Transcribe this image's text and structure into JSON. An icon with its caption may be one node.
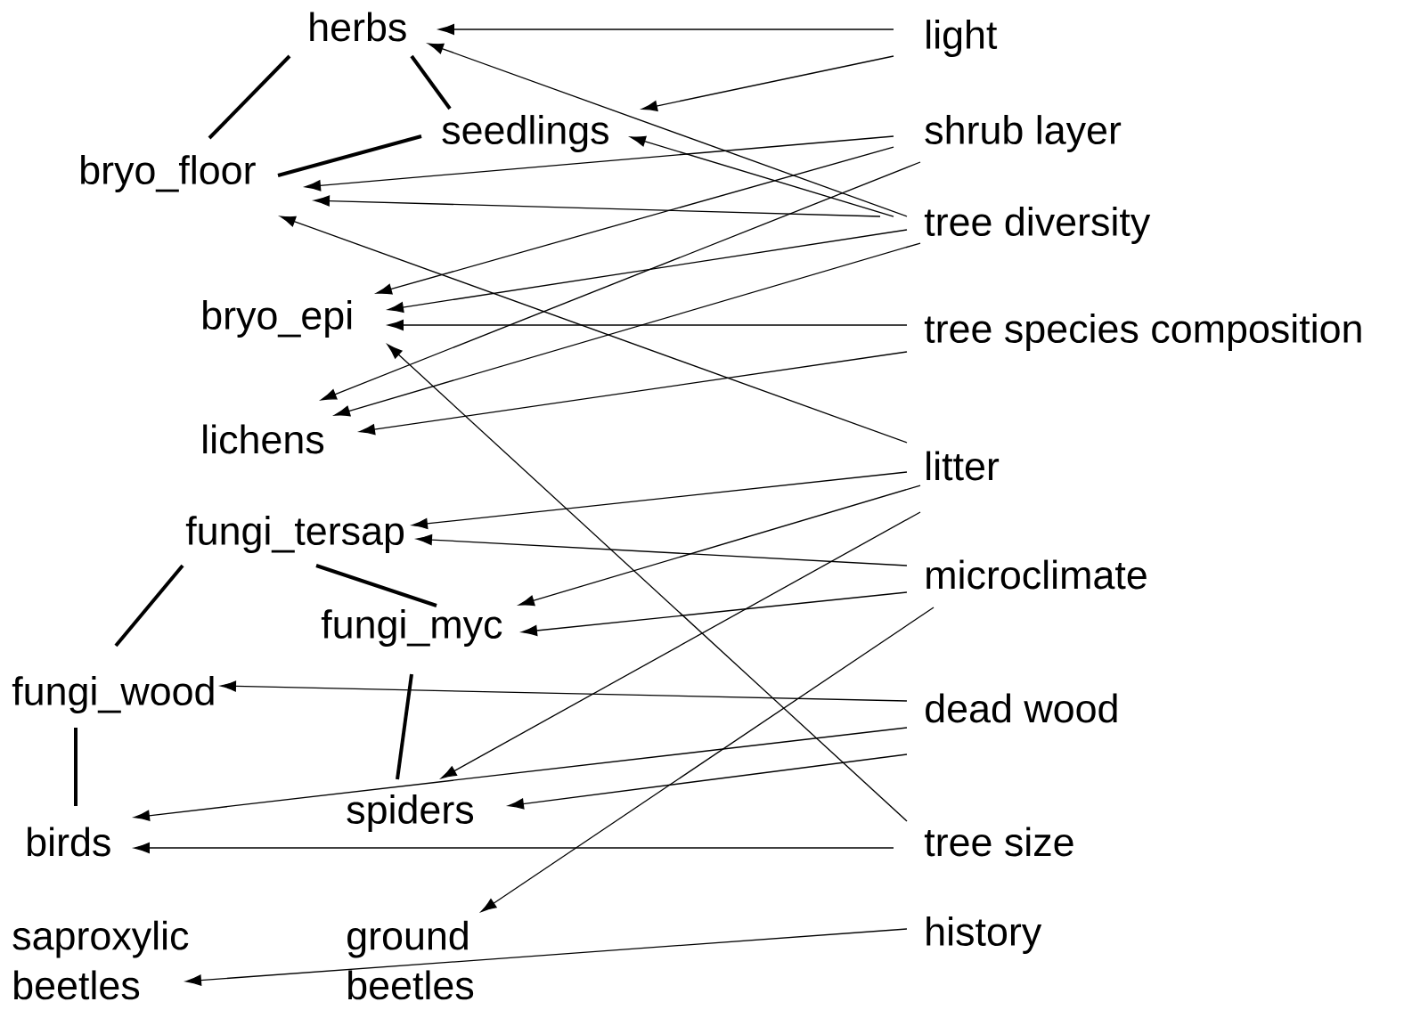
{
  "diagram": {
    "nodes": [
      {
        "text": [
          "herbs"
        ]
      },
      {
        "text": [
          "seedlings"
        ]
      },
      {
        "text": [
          "bryo_floor"
        ]
      },
      {
        "text": [
          "bryo_epi"
        ]
      },
      {
        "text": [
          "lichens"
        ]
      },
      {
        "text": [
          "fungi_tersap"
        ]
      },
      {
        "text": [
          "fungi_myc"
        ]
      },
      {
        "text": [
          "fungi_wood"
        ]
      },
      {
        "text": [
          "spiders"
        ]
      },
      {
        "text": [
          "birds"
        ]
      },
      {
        "text": [
          "saproxylic beetles"
        ]
      },
      {
        "text": [
          "ground beetles"
        ]
      },
      {
        "text": [
          "light"
        ]
      },
      {
        "text": [
          "shrub layer"
        ]
      },
      {
        "text": [
          "tree diversity"
        ]
      },
      {
        "text": [
          "tree species composition"
        ]
      },
      {
        "text": [
          "litter"
        ]
      },
      {
        "text": [
          "microclimate"
        ]
      },
      {
        "text": [
          "dead wood"
        ]
      },
      {
        "text": [
          "tree size"
        ]
      },
      {
        "text": [
          "history"
        ]
      }
    ],
    "edges": [
      {
        "from": 12,
        "to": 0,
        "arrow": "to"
      },
      {
        "from": 12,
        "to": 1,
        "arrow": "to"
      },
      {
        "from": 13,
        "to": 2,
        "arrow": "to"
      },
      {
        "from": 13,
        "to": 3,
        "arrow": "to"
      },
      {
        "from": 13,
        "to": 4,
        "arrow": "to"
      },
      {
        "from": 14,
        "to": 0,
        "arrow": "to"
      },
      {
        "from": 14,
        "to": 1,
        "arrow": "to"
      },
      {
        "from": 14,
        "to": 2,
        "arrow": "to"
      },
      {
        "from": 14,
        "to": 3,
        "arrow": "to"
      },
      {
        "from": 14,
        "to": 4,
        "arrow": "to"
      },
      {
        "from": 15,
        "to": 3,
        "arrow": "to"
      },
      {
        "from": 15,
        "to": 4,
        "arrow": "to"
      },
      {
        "from": 16,
        "to": 2,
        "arrow": "to"
      },
      {
        "from": 16,
        "to": 5,
        "arrow": "to"
      },
      {
        "from": 16,
        "to": 6,
        "arrow": "to"
      },
      {
        "from": 16,
        "to": 8,
        "arrow": "to"
      },
      {
        "from": 17,
        "to": 5,
        "arrow": "to"
      },
      {
        "from": 17,
        "to": 6,
        "arrow": "to"
      },
      {
        "from": 17,
        "to": 11,
        "arrow": "to"
      },
      {
        "from": 18,
        "to": 7,
        "arrow": "to"
      },
      {
        "from": 18,
        "to": 9,
        "arrow": "to"
      },
      {
        "from": 18,
        "to": 8,
        "arrow": "to"
      },
      {
        "from": 19,
        "to": 3,
        "arrow": "to"
      },
      {
        "from": 19,
        "to": 9,
        "arrow": "to"
      },
      {
        "from": 20,
        "to": 10,
        "arrow": "to"
      },
      {
        "from": 0,
        "to": 2,
        "arrow": "none",
        "style": "thick"
      },
      {
        "from": 0,
        "to": 1,
        "arrow": "none",
        "style": "thick"
      },
      {
        "from": 1,
        "to": 2,
        "arrow": "none",
        "style": "thick"
      },
      {
        "from": 5,
        "to": 7,
        "arrow": "none",
        "style": "thick"
      },
      {
        "from": 5,
        "to": 6,
        "arrow": "none",
        "style": "thick"
      },
      {
        "from": 6,
        "to": 8,
        "arrow": "none",
        "style": "thick"
      },
      {
        "from": 7,
        "to": 9,
        "arrow": "none",
        "style": "thick"
      }
    ]
  }
}
